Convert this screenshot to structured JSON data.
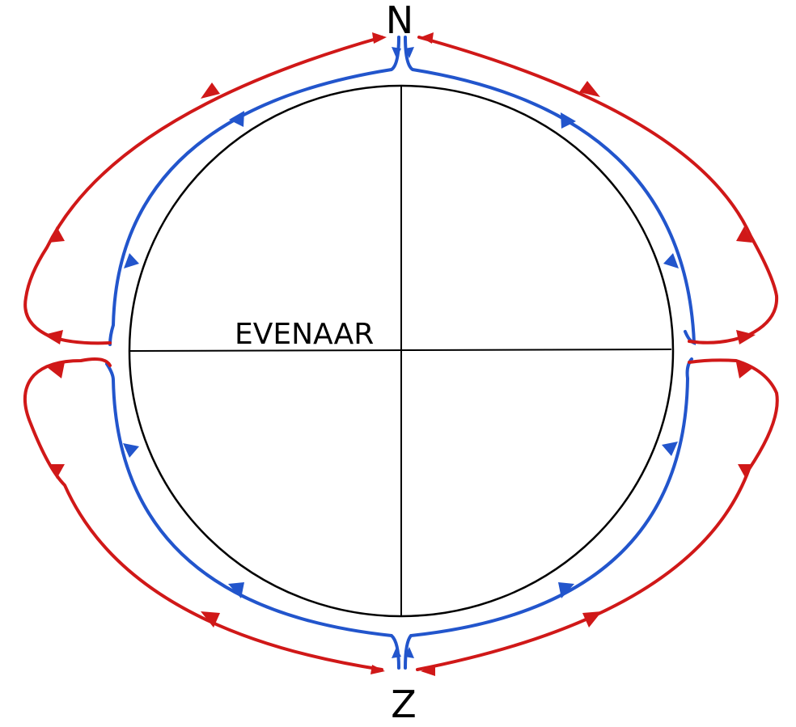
{
  "labels": {
    "north": "N",
    "south": "Z",
    "equator": "EVENAAR"
  },
  "colors": {
    "outline": "#000000",
    "inner_loop": "#2255cc",
    "outer_loop": "#d01818",
    "background": "#ffffff"
  }
}
